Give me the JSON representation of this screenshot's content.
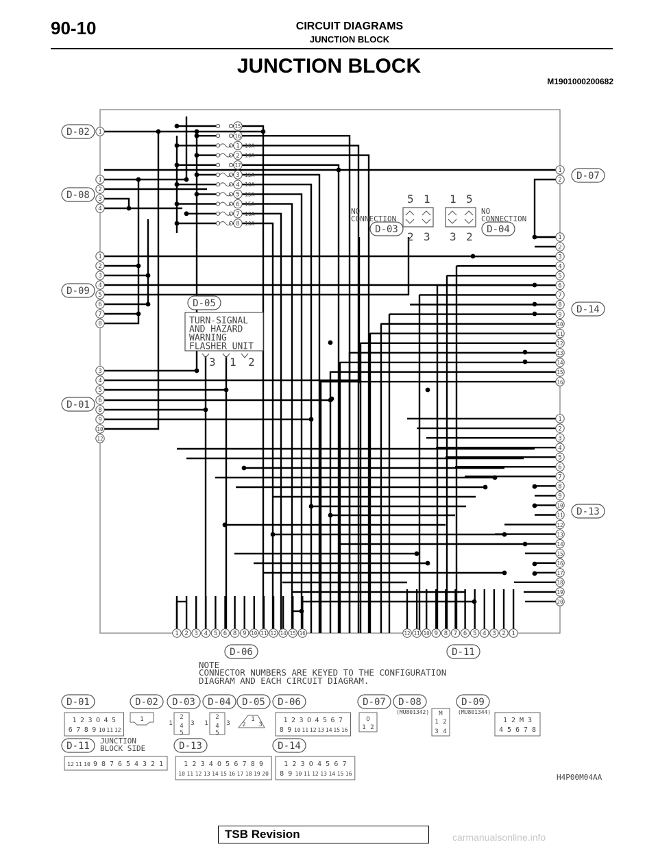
{
  "header": {
    "page_number": "90-10",
    "section_title": "CIRCUIT DIAGRAMS",
    "section_subtitle": "JUNCTION BLOCK"
  },
  "page_title": "JUNCTION BLOCK",
  "doc_id": "M1901000200682",
  "connectors": {
    "d02": "D-02",
    "d08": "D-08",
    "d09": "D-09",
    "d01": "D-01",
    "d07": "D-07",
    "d14": "D-14",
    "d13": "D-13",
    "d06": "D-06",
    "d11": "D-11",
    "d03": "D-03",
    "d04": "D-04",
    "d05": "D-05"
  },
  "pin_labels": {
    "d02": [
      "1"
    ],
    "d08": [
      "1",
      "2",
      "3",
      "4"
    ],
    "d09": [
      "1",
      "2",
      "3",
      "4",
      "5",
      "6",
      "7",
      "8"
    ],
    "d01": [
      "3",
      "4",
      "5",
      "6",
      "8",
      "9",
      "10",
      "12"
    ],
    "d07": [
      "1",
      "2"
    ],
    "d14": [
      "1",
      "2",
      "3",
      "4",
      "5",
      "6",
      "7",
      "8",
      "9",
      "10",
      "11",
      "12",
      "13",
      "14",
      "15",
      "16"
    ],
    "d13": [
      "1",
      "2",
      "3",
      "4",
      "5",
      "6",
      "7",
      "8",
      "9",
      "10",
      "11",
      "12",
      "13",
      "14",
      "15",
      "16",
      "17",
      "18",
      "19",
      "20"
    ],
    "d06": [
      "1",
      "2",
      "3",
      "4",
      "5",
      "6",
      "8",
      "9",
      "10",
      "11",
      "12",
      "14",
      "15",
      "16"
    ],
    "d11": [
      "12",
      "11",
      "10",
      "9",
      "8",
      "7",
      "6",
      "5",
      "4",
      "3",
      "2",
      "1"
    ]
  },
  "fuses": [
    {
      "num": "15",
      "rating": ""
    },
    {
      "num": "16",
      "rating": ""
    },
    {
      "num": "1",
      "rating": "10A"
    },
    {
      "num": "2",
      "rating": "10A"
    },
    {
      "num": "17",
      "rating": ""
    },
    {
      "num": "3",
      "rating": "15A"
    },
    {
      "num": "4",
      "rating": "10A"
    },
    {
      "num": "5",
      "rating": "15A"
    },
    {
      "num": "6",
      "rating": "15A"
    },
    {
      "num": "7",
      "rating": "10A"
    },
    {
      "num": "8",
      "rating": "10A"
    }
  ],
  "no_connection_label_1": "NO",
  "no_connection_label_2": "CONNECTION",
  "relay_pins": {
    "d03_top": [
      "5",
      "1"
    ],
    "d03_bottom": [
      "2",
      "3"
    ],
    "d04_top": [
      "1",
      "5"
    ],
    "d04_bottom": [
      "3",
      "2"
    ]
  },
  "flasher_unit": {
    "lines": [
      "TURN-SIGNAL",
      "AND HAZARD",
      "WARNING",
      "FLASHER UNIT"
    ],
    "pins": [
      "3",
      "1",
      "2"
    ]
  },
  "note": {
    "heading": "NOTE",
    "line1": "CONNECTOR NUMBERS ARE KEYED TO THE CONFIGURATION",
    "line2": "DIAGRAM AND EACH CIRCUIT DIAGRAM."
  },
  "legend": {
    "d01_rows": [
      [
        "1",
        "2",
        "3",
        "O",
        "4",
        "5"
      ],
      [
        "6",
        "7",
        "8",
        "9",
        "10",
        "11",
        "12"
      ]
    ],
    "d03_pins": [
      "2",
      "1",
      "4",
      "3",
      "5"
    ],
    "d04_pins": [
      "2",
      "1",
      "4",
      "3",
      "5"
    ],
    "d05_pins": [
      "1",
      "2",
      "3"
    ],
    "d06_rows": [
      [
        "1",
        "2",
        "3",
        "O",
        "4",
        "5",
        "6",
        "7"
      ],
      [
        "8",
        "9",
        "10",
        "11",
        "12",
        "13",
        "14",
        "15",
        "16"
      ]
    ],
    "d07_rows": [
      [
        "O"
      ],
      [
        "1",
        "2"
      ]
    ],
    "d08_part": "(MU801342)",
    "d08_pins": [
      "M",
      "1",
      "2",
      "3",
      "4"
    ],
    "d09_part": "(MU801344)",
    "d09_rows": [
      [
        "1",
        "2",
        "M",
        "3"
      ],
      [
        "4",
        "5",
        "6",
        "7",
        "8"
      ]
    ],
    "d11_caption_1": "JUNCTION",
    "d11_caption_2": "BLOCK SIDE",
    "d11_pins": [
      "12",
      "11",
      "10",
      "9",
      "8",
      "7",
      "6",
      "5",
      "4",
      "3",
      "2",
      "1"
    ],
    "d13_rows": [
      [
        "1",
        "2",
        "3",
        "4",
        "O",
        "5",
        "6",
        "7",
        "8",
        "9"
      ],
      [
        "10",
        "11",
        "12",
        "13",
        "14",
        "15",
        "16",
        "17",
        "18",
        "19",
        "20"
      ]
    ],
    "d14_rows": [
      [
        "1",
        "2",
        "3",
        "O",
        "4",
        "5",
        "6",
        "7"
      ],
      [
        "8",
        "9",
        "10",
        "11",
        "12",
        "13",
        "14",
        "15",
        "16"
      ]
    ]
  },
  "figure_code": "H4P00M04AA",
  "footer": {
    "tsb": "TSB Revision",
    "watermark": "carmanualsonline.info"
  }
}
